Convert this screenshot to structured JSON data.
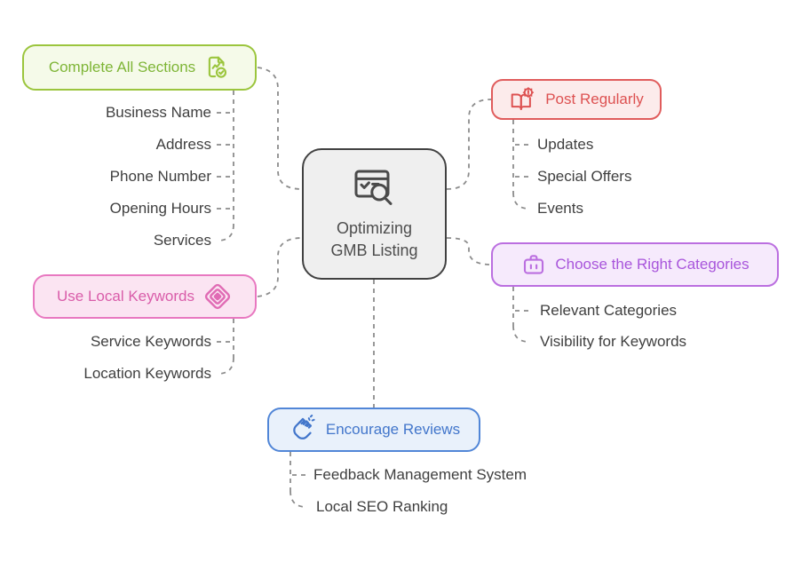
{
  "diagram": {
    "connector_color": "#8c8c8c",
    "center": {
      "label": "Optimizing GMB Listing",
      "line1": "Optimizing",
      "line2": "GMB Listing",
      "icon": "browser-checklist-search-icon",
      "colors": {
        "border": "#414141",
        "background": "#efefef",
        "text": "#4d4d4d"
      }
    },
    "branches": {
      "complete_all_sections": {
        "label": "Complete All Sections",
        "icon": "document-check-icon",
        "colors": {
          "border": "#9bc53d",
          "background": "#f5fae9",
          "text": "#7eb536"
        },
        "children": [
          "Business Name",
          "Address",
          "Phone Number",
          "Opening Hours",
          "Services"
        ]
      },
      "use_local_keywords": {
        "label": "Use Local Keywords",
        "icon": "nested-diamonds-icon",
        "colors": {
          "border": "#e878c0",
          "background": "#fbe4f2",
          "text": "#d95ca9"
        },
        "children": [
          "Service Keywords",
          "Location Keywords"
        ]
      },
      "post_regularly": {
        "label": "Post Regularly",
        "icon": "open-book-alert-icon",
        "colors": {
          "border": "#e05c5c",
          "background": "#fcebeb",
          "text": "#dd5151"
        },
        "children": [
          "Updates",
          "Special Offers",
          "Events"
        ]
      },
      "choose_categories": {
        "label": "Choose the Right Categories",
        "icon": "briefcase-icon",
        "colors": {
          "border": "#bb6fe0",
          "background": "#f6eafc",
          "text": "#a855db"
        },
        "children": [
          "Relevant Categories",
          "Visibility for Keywords"
        ]
      },
      "encourage_reviews": {
        "label": "Encourage Reviews",
        "icon": "clapping-hands-icon",
        "colors": {
          "border": "#5186d7",
          "background": "#e9f1fb",
          "text": "#4276cb"
        },
        "children": [
          "Feedback Management System",
          "Local SEO Ranking"
        ]
      }
    }
  }
}
